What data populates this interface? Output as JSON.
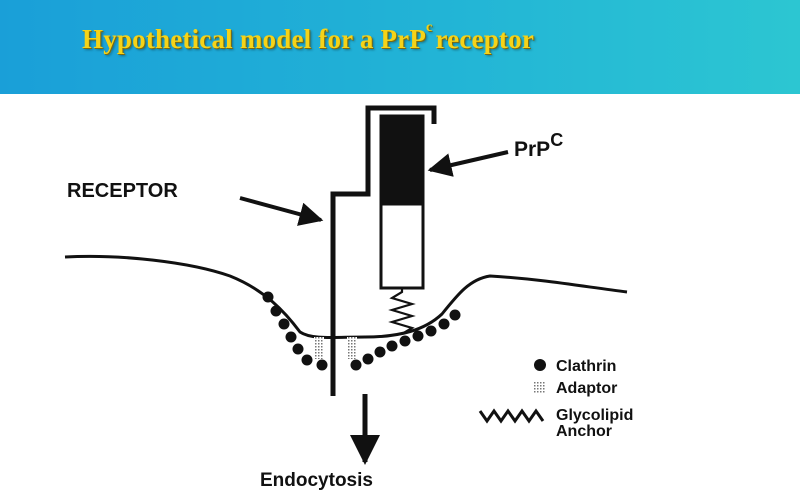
{
  "title": {
    "main": "Hypothetical model for a PrP",
    "superscript": "c",
    "tail": "receptor"
  },
  "diagram": {
    "receptor_label": "RECEPTOR",
    "prpc_label_main": "PrP",
    "prpc_label_sup": "C",
    "endocytosis_label": "Endocytosis",
    "legend": {
      "clathrin": "Clathrin",
      "adaptor": "Adaptor",
      "anchor_line1": "Glycolipid",
      "anchor_line2": "Anchor"
    }
  },
  "colors": {
    "header_left": "#1a9fd8",
    "header_right": "#2cc6d2",
    "title_text": "#f5d318",
    "line": "#111111"
  }
}
